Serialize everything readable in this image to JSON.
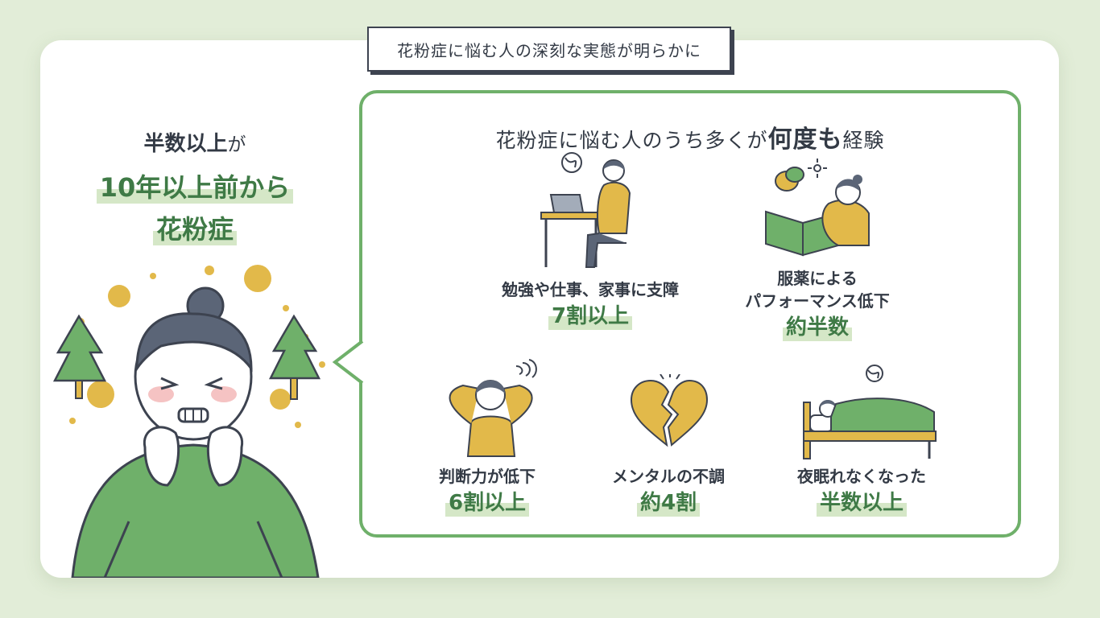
{
  "header": {
    "title": "花粉症に悩む人の深刻な実態が明らかに"
  },
  "left": {
    "line1_strong": "半数以上",
    "line1_suffix": "が",
    "line2": "10年以上前から",
    "line3": "花粉症"
  },
  "panel": {
    "title_prefix": "花粉症に悩む人のうち多くが",
    "title_bold": "何度も",
    "title_suffix": "経験",
    "items": [
      {
        "label": "勉強や仕事、家事に支障",
        "value": "7割以上",
        "icon": "person-at-laptop-icon"
      },
      {
        "label_line1": "服薬による",
        "label_line2": "パフォーマンス低下",
        "value": "約半数",
        "icon": "person-reading-with-pill-icon"
      },
      {
        "label": "判断力が低下",
        "value": "6割以上",
        "icon": "person-holding-head-icon"
      },
      {
        "label": "メンタルの不調",
        "value": "約4割",
        "icon": "broken-heart-icon"
      },
      {
        "label": "夜眠れなくなった",
        "value": "半数以上",
        "icon": "person-in-bed-icon"
      }
    ]
  },
  "colors": {
    "background": "#e2edd8",
    "card": "#ffffff",
    "accent_green": "#6fb06a",
    "text_green": "#3f7a46",
    "highlight": "#d5e7c7",
    "pollen": "#e2b94a",
    "skin": "#ffffff",
    "hair": "#5b6577"
  }
}
